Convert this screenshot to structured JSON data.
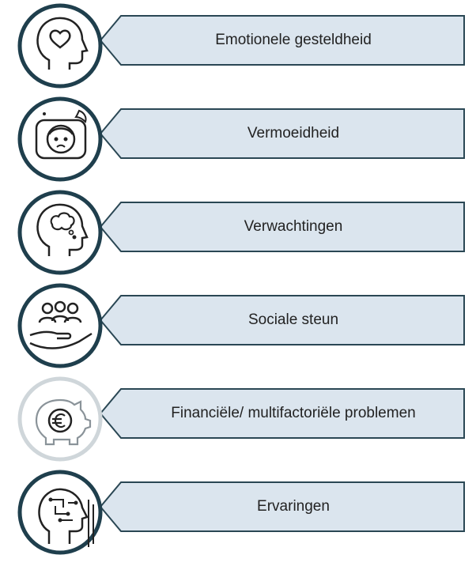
{
  "theme": {
    "ring": "#1f3f4d",
    "banner_fill": "#dbe5ee",
    "banner_stroke": "#2a4754",
    "text": "#222222"
  },
  "items": [
    {
      "label": "Emotionele gesteldheid",
      "icon": "head-heart-icon"
    },
    {
      "label": "Vermoeidheid",
      "icon": "tired-face-pillow-icon"
    },
    {
      "label": "Verwachtingen",
      "icon": "head-thought-icon"
    },
    {
      "label": "Sociale steun",
      "icon": "hand-people-icon"
    },
    {
      "label": "Financiële/ multifactoriële problemen",
      "icon": "piggy-bank-euro-icon"
    },
    {
      "label": "Ervaringen",
      "icon": "head-circuit-icon"
    }
  ]
}
